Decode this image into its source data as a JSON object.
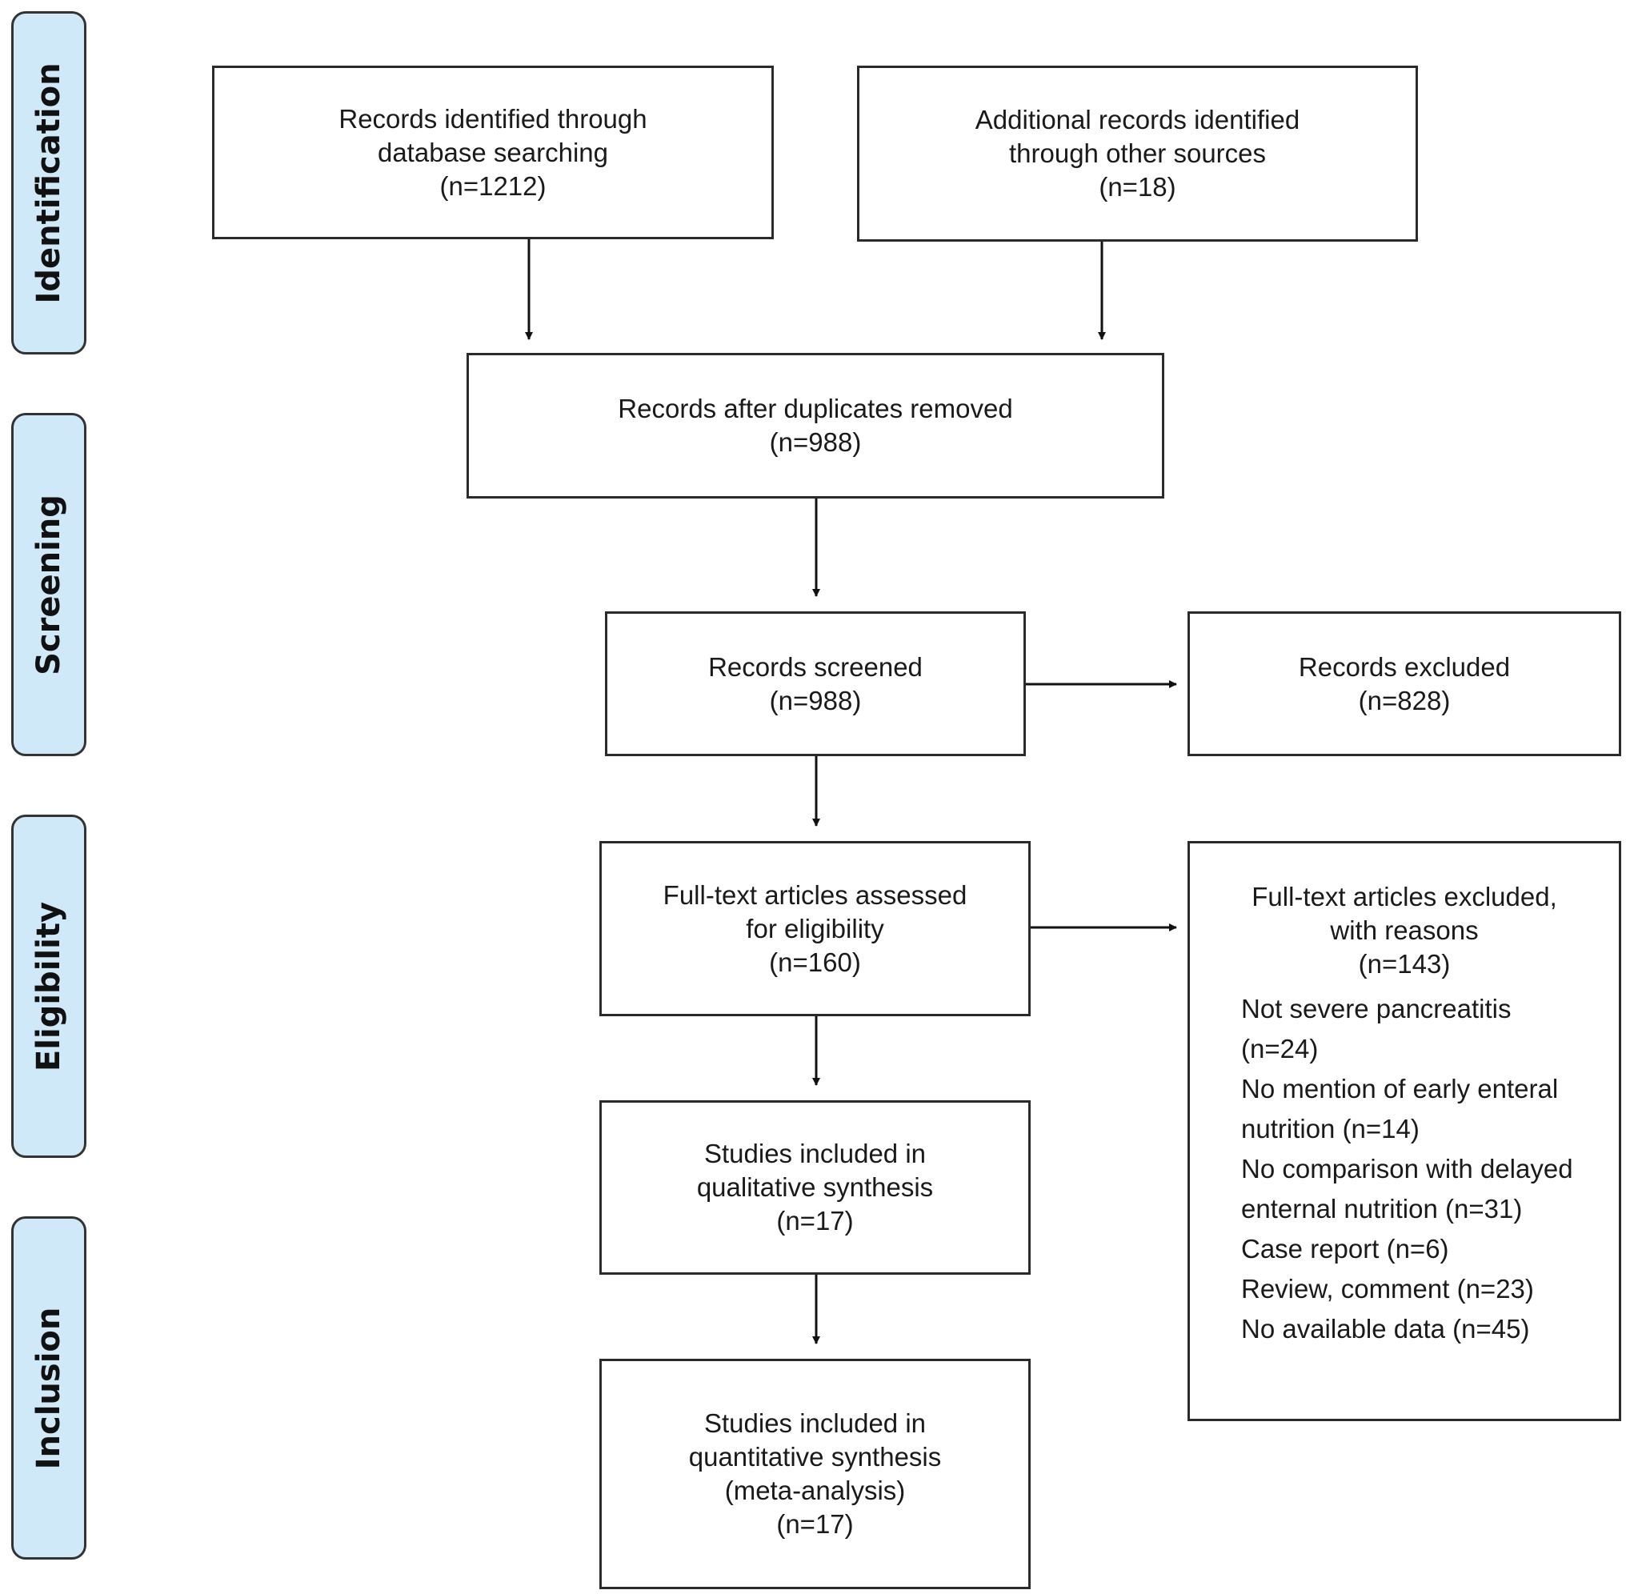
{
  "phases": [
    {
      "label": "Identification"
    },
    {
      "label": "Screening"
    },
    {
      "label": "Eligibility"
    },
    {
      "label": "Inclusion"
    }
  ],
  "boxes": {
    "database": {
      "lines": [
        "Records identified through",
        "database searching",
        "(n=1212)"
      ]
    },
    "other_sources": {
      "lines": [
        "Additional records identified",
        "through other sources",
        "(n=18)"
      ]
    },
    "duplicates_removed": {
      "lines": [
        "Records after duplicates removed",
        "(n=988)"
      ]
    },
    "screened": {
      "lines": [
        "Records screened",
        "(n=988)"
      ]
    },
    "excluded": {
      "lines": [
        "Records excluded",
        "(n=828)"
      ]
    },
    "fulltext_assessed": {
      "lines": [
        "Full-text articles assessed",
        "for eligibility",
        "(n=160)"
      ]
    },
    "fulltext_excluded": {
      "lines": [
        "Full-text articles excluded,",
        "with reasons",
        "(n=143)"
      ],
      "reasons": [
        "Not severe pancreatitis",
        "(n=24)",
        "No mention of early enteral",
        "nutrition (n=14)",
        "No comparison with delayed",
        "enternal nutrition (n=31)",
        "Case report (n=6)",
        "Review, comment (n=23)",
        "No available data (n=45)"
      ]
    },
    "qualitative": {
      "lines": [
        "Studies included in",
        "qualitative synthesis",
        "(n=17)"
      ]
    },
    "quantitative": {
      "lines": [
        "Studies included in",
        "quantitative synthesis",
        "(meta-analysis)",
        "(n=17)"
      ]
    }
  }
}
